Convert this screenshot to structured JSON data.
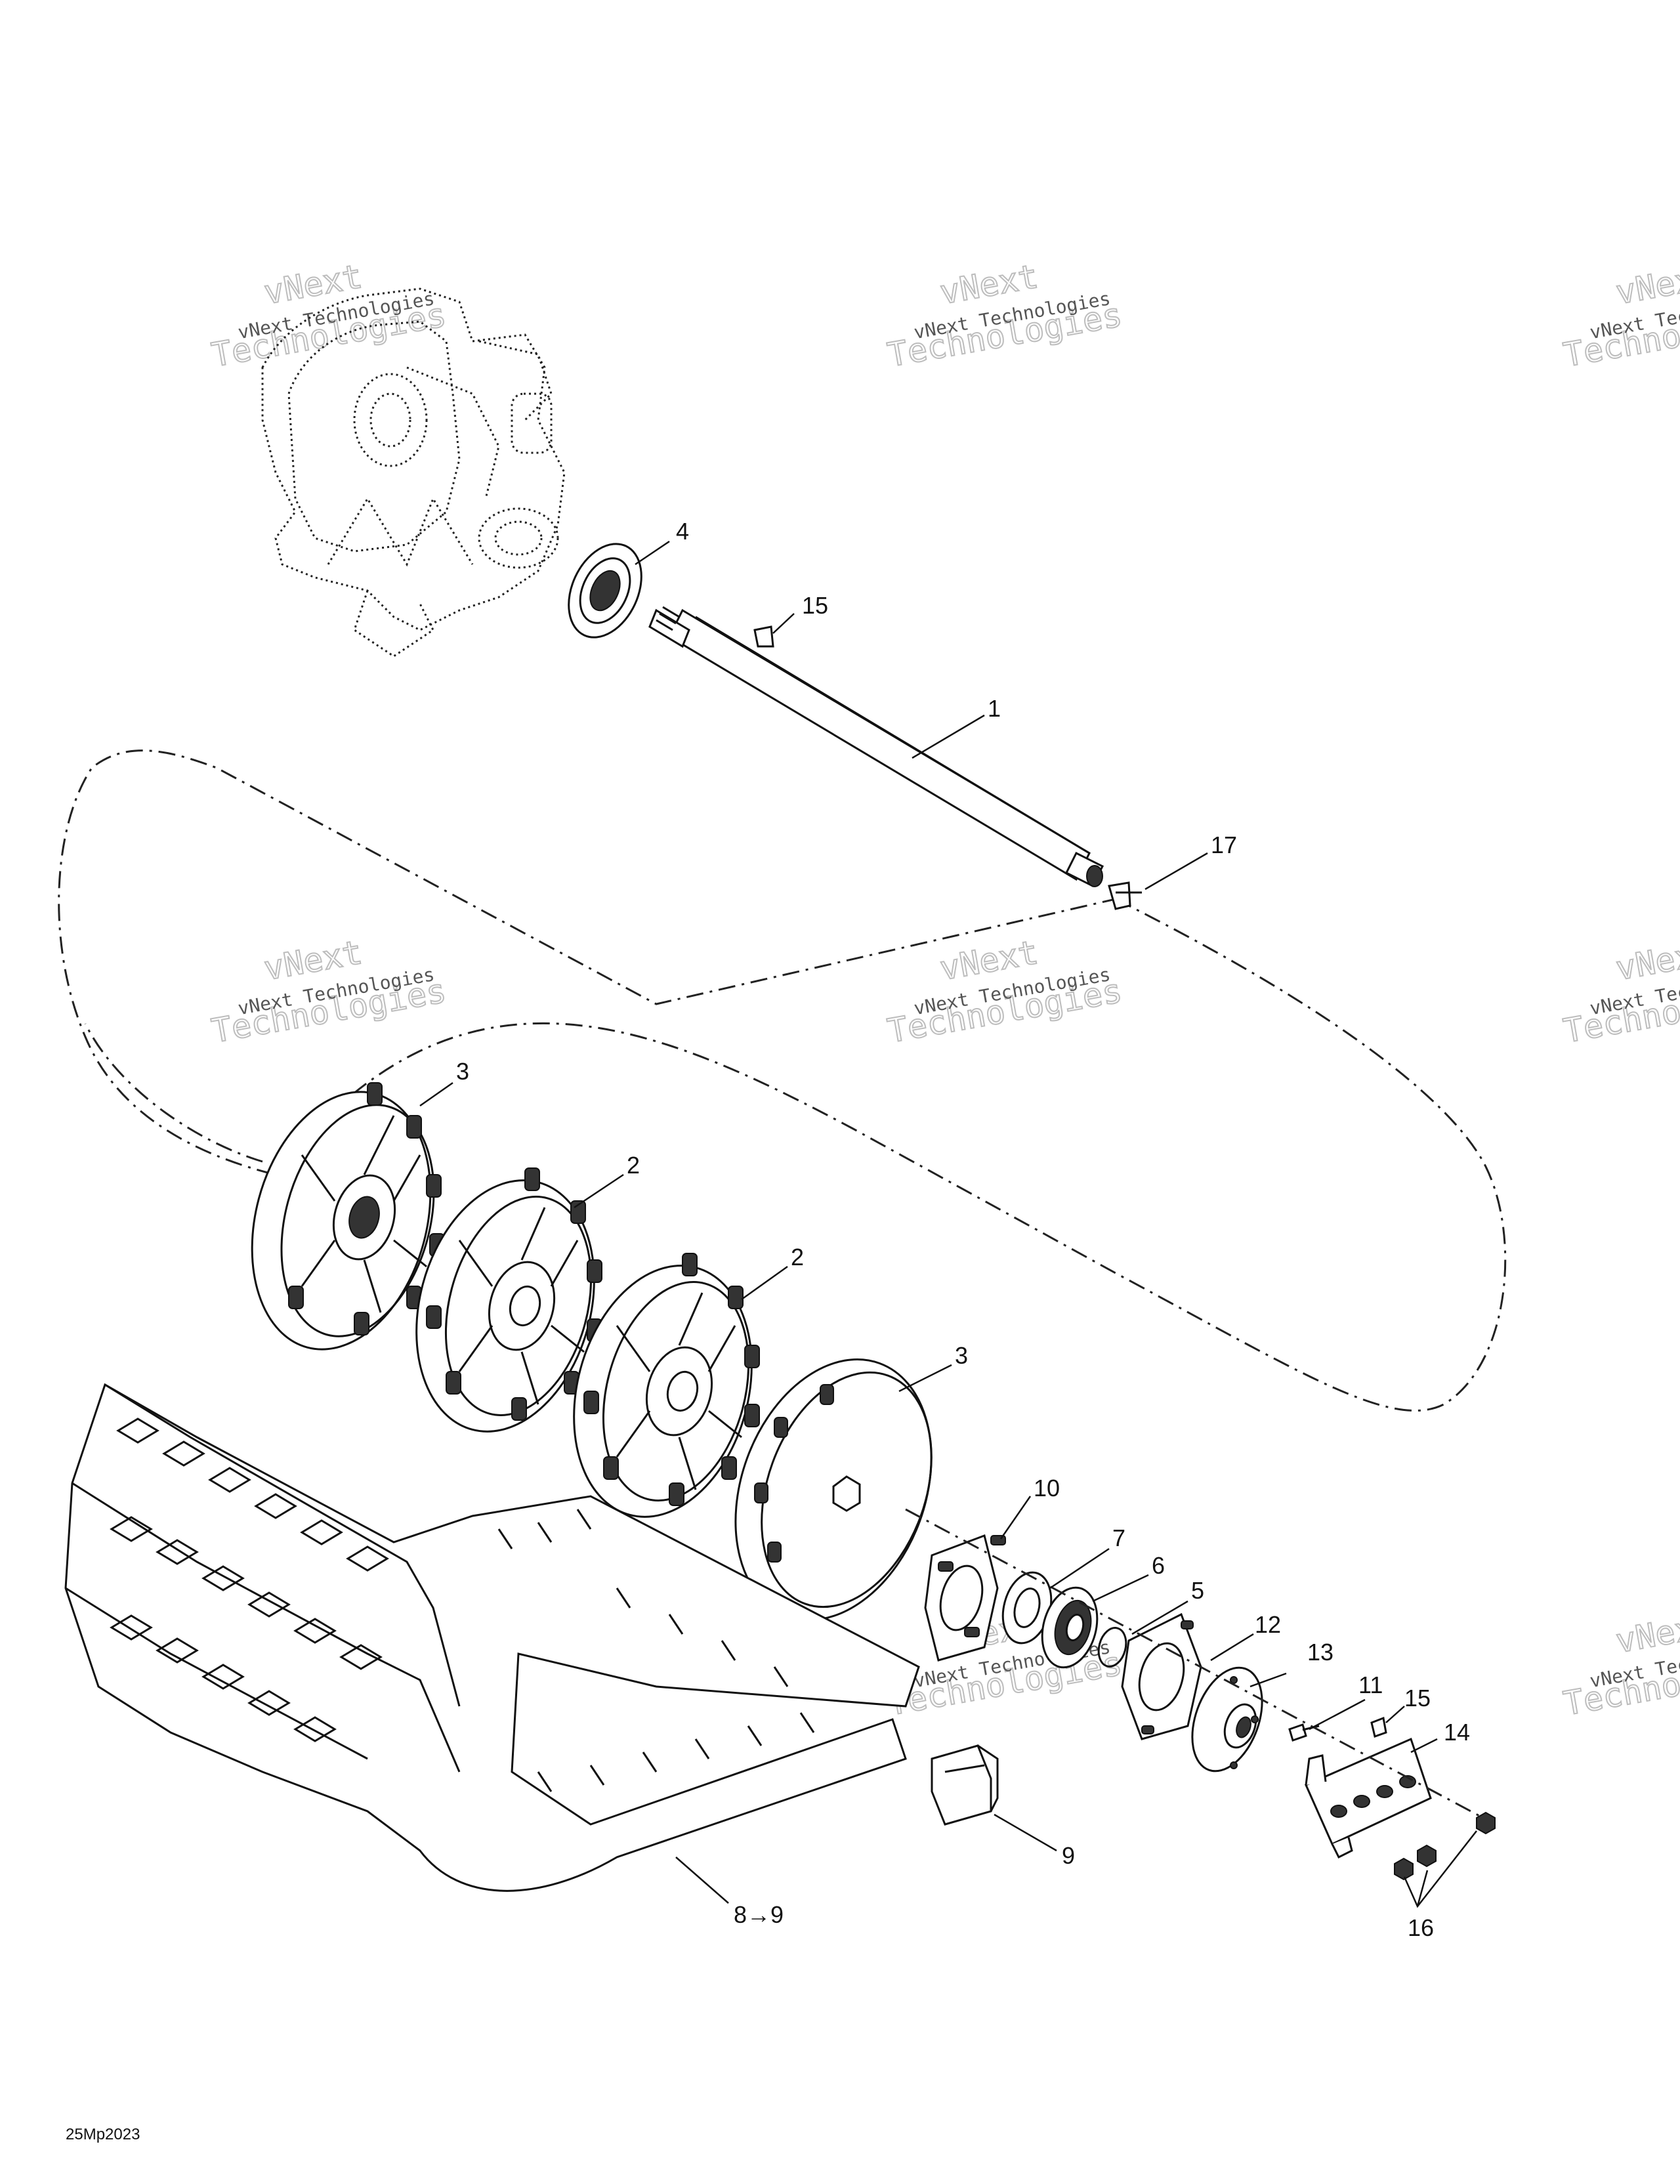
{
  "diagram": {
    "callouts": [
      {
        "id": "c4",
        "label": "4"
      },
      {
        "id": "c15a",
        "label": "15"
      },
      {
        "id": "c1",
        "label": "1"
      },
      {
        "id": "c17",
        "label": "17"
      },
      {
        "id": "c3a",
        "label": "3"
      },
      {
        "id": "c2a",
        "label": "2"
      },
      {
        "id": "c2b",
        "label": "2"
      },
      {
        "id": "c3b",
        "label": "3"
      },
      {
        "id": "c10",
        "label": "10"
      },
      {
        "id": "c7",
        "label": "7"
      },
      {
        "id": "c6",
        "label": "6"
      },
      {
        "id": "c5",
        "label": "5"
      },
      {
        "id": "c12",
        "label": "12"
      },
      {
        "id": "c13",
        "label": "13"
      },
      {
        "id": "c11",
        "label": "11"
      },
      {
        "id": "c15b",
        "label": "15"
      },
      {
        "id": "c14",
        "label": "14"
      },
      {
        "id": "c9",
        "label": "9"
      },
      {
        "id": "c8to9",
        "label": "8→9"
      },
      {
        "id": "c16",
        "label": "16"
      }
    ],
    "watermark": {
      "line1": "vNext Technologies",
      "big1": "vNext",
      "big2": "Technologies"
    },
    "drawing_code": "25Mp2023"
  }
}
